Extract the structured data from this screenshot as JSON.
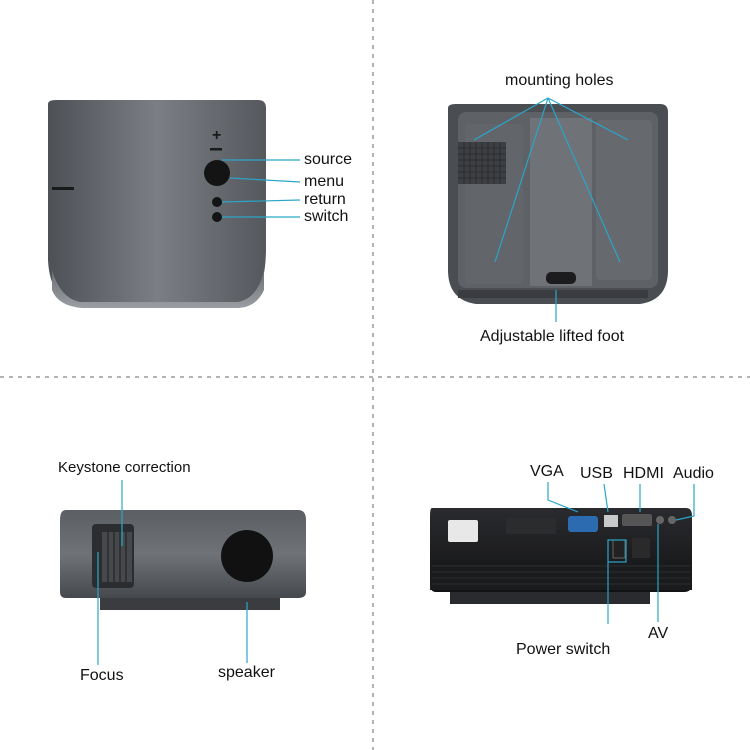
{
  "labels": {
    "source": "source",
    "menu": "menu",
    "return": "return",
    "switch": "switch",
    "mounting_holes": "mounting holes",
    "adjustable_foot": "Adjustable lifted foot",
    "keystone": "Keystone correction",
    "focus": "Focus",
    "speaker": "speaker",
    "vga": "VGA",
    "usb": "USB",
    "hdmi": "HDMI",
    "audio": "Audio",
    "av": "AV",
    "power_switch": "Power switch"
  },
  "colors": {
    "callout": "#2aa6c9",
    "divider": "#9a9a9a",
    "body_gray": "#5d6064",
    "body_dark": "#1c1c1e"
  }
}
